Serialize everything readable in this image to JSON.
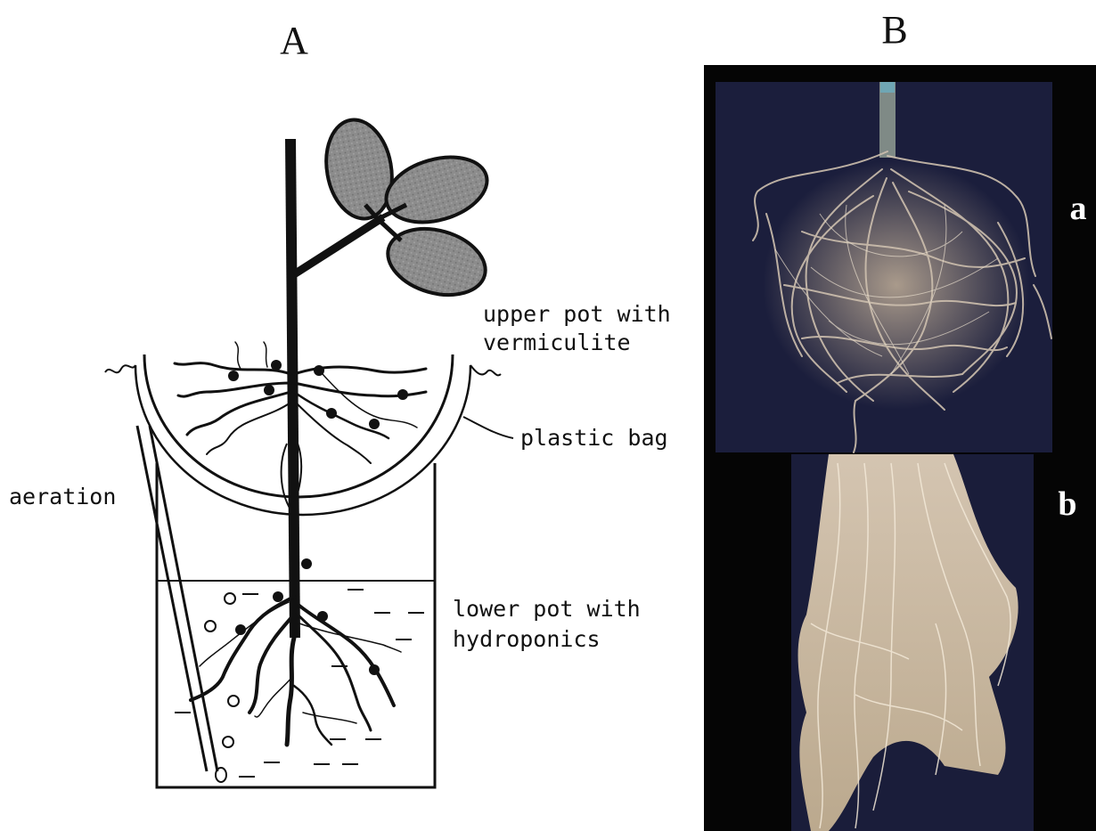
{
  "panels": {
    "a_title": "A",
    "b_title": "B"
  },
  "diagram": {
    "upper_pot_line1": "upper pot with",
    "upper_pot_line2": "vermiculite",
    "plastic_bag": "plastic bag",
    "aeration": "aeration",
    "lower_pot_line1": "lower pot with",
    "lower_pot_line2": "hydroponics"
  },
  "photo": {
    "sub_a": "a",
    "sub_b": "b"
  },
  "colors": {
    "leaf_fill": "#8c8c8c",
    "ink": "#111111",
    "photo_background": "#1b1e3c",
    "photo_frame": "#050505",
    "root_a": "#cdbfae",
    "root_b": "#eadcc6"
  }
}
